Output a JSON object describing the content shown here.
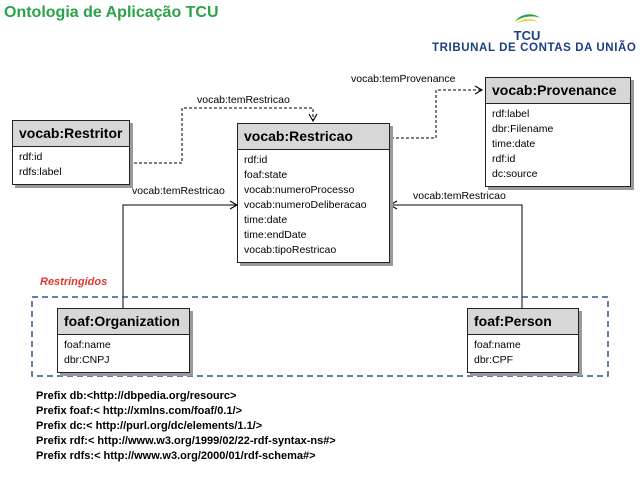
{
  "title": "Ontologia de Aplicação TCU",
  "logo": {
    "text": "TCU",
    "org_name": "TRIBUNAL DE CONTAS DA UNIÃO",
    "colors": {
      "green": "#2aa24a",
      "yellow": "#f2c200",
      "blue": "#1b3f86"
    }
  },
  "classes": {
    "restritor": {
      "name": "vocab:Restritor",
      "attributes": [
        "rdf:id",
        "rdfs:label"
      ]
    },
    "restricao": {
      "name": "vocab:Restricao",
      "attributes": [
        "rdf:id",
        "foaf:state",
        "vocab:numeroProcesso",
        "vocab:numeroDeliberacao",
        "time:date",
        "time:endDate",
        "vocab:tipoRestricao"
      ]
    },
    "provenance": {
      "name": "vocab:Provenance",
      "attributes": [
        "rdf:label",
        "dbr:Filename",
        "time:date",
        "rdf:id",
        "dc:source"
      ]
    },
    "organization": {
      "name": "foaf:Organization",
      "attributes": [
        "foaf:name",
        "dbr:CNPJ"
      ]
    },
    "person": {
      "name": "foaf:Person",
      "attributes": [
        "foaf:name",
        "dbr:CPF"
      ]
    }
  },
  "relations": {
    "tem_provenance": "vocab:temProvenance",
    "tem_restricao_top": "vocab:temRestricao",
    "tem_restricao_left": "vocab:temRestricao",
    "tem_restricao_right": "vocab:temRestricao"
  },
  "group_label": "Restringidos",
  "prefixes": [
    "Prefix db:<http://dbpedia.org/resourc>",
    "Prefix foaf:< http://xmlns.com/foaf/0.1/>",
    "Prefix dc:< http://purl.org/dc/elements/1.1/>",
    "Prefix rdf:< http://www.w3.org/1999/02/22-rdf-syntax-ns#>",
    "Prefix rdfs:< http://www.w3.org/2000/01/rdf-schema#>"
  ],
  "colors": {
    "title": "#2aa24a",
    "group_label": "#e03a2e",
    "group_border": "#2f5597",
    "class_header": "#d7d7d7"
  }
}
